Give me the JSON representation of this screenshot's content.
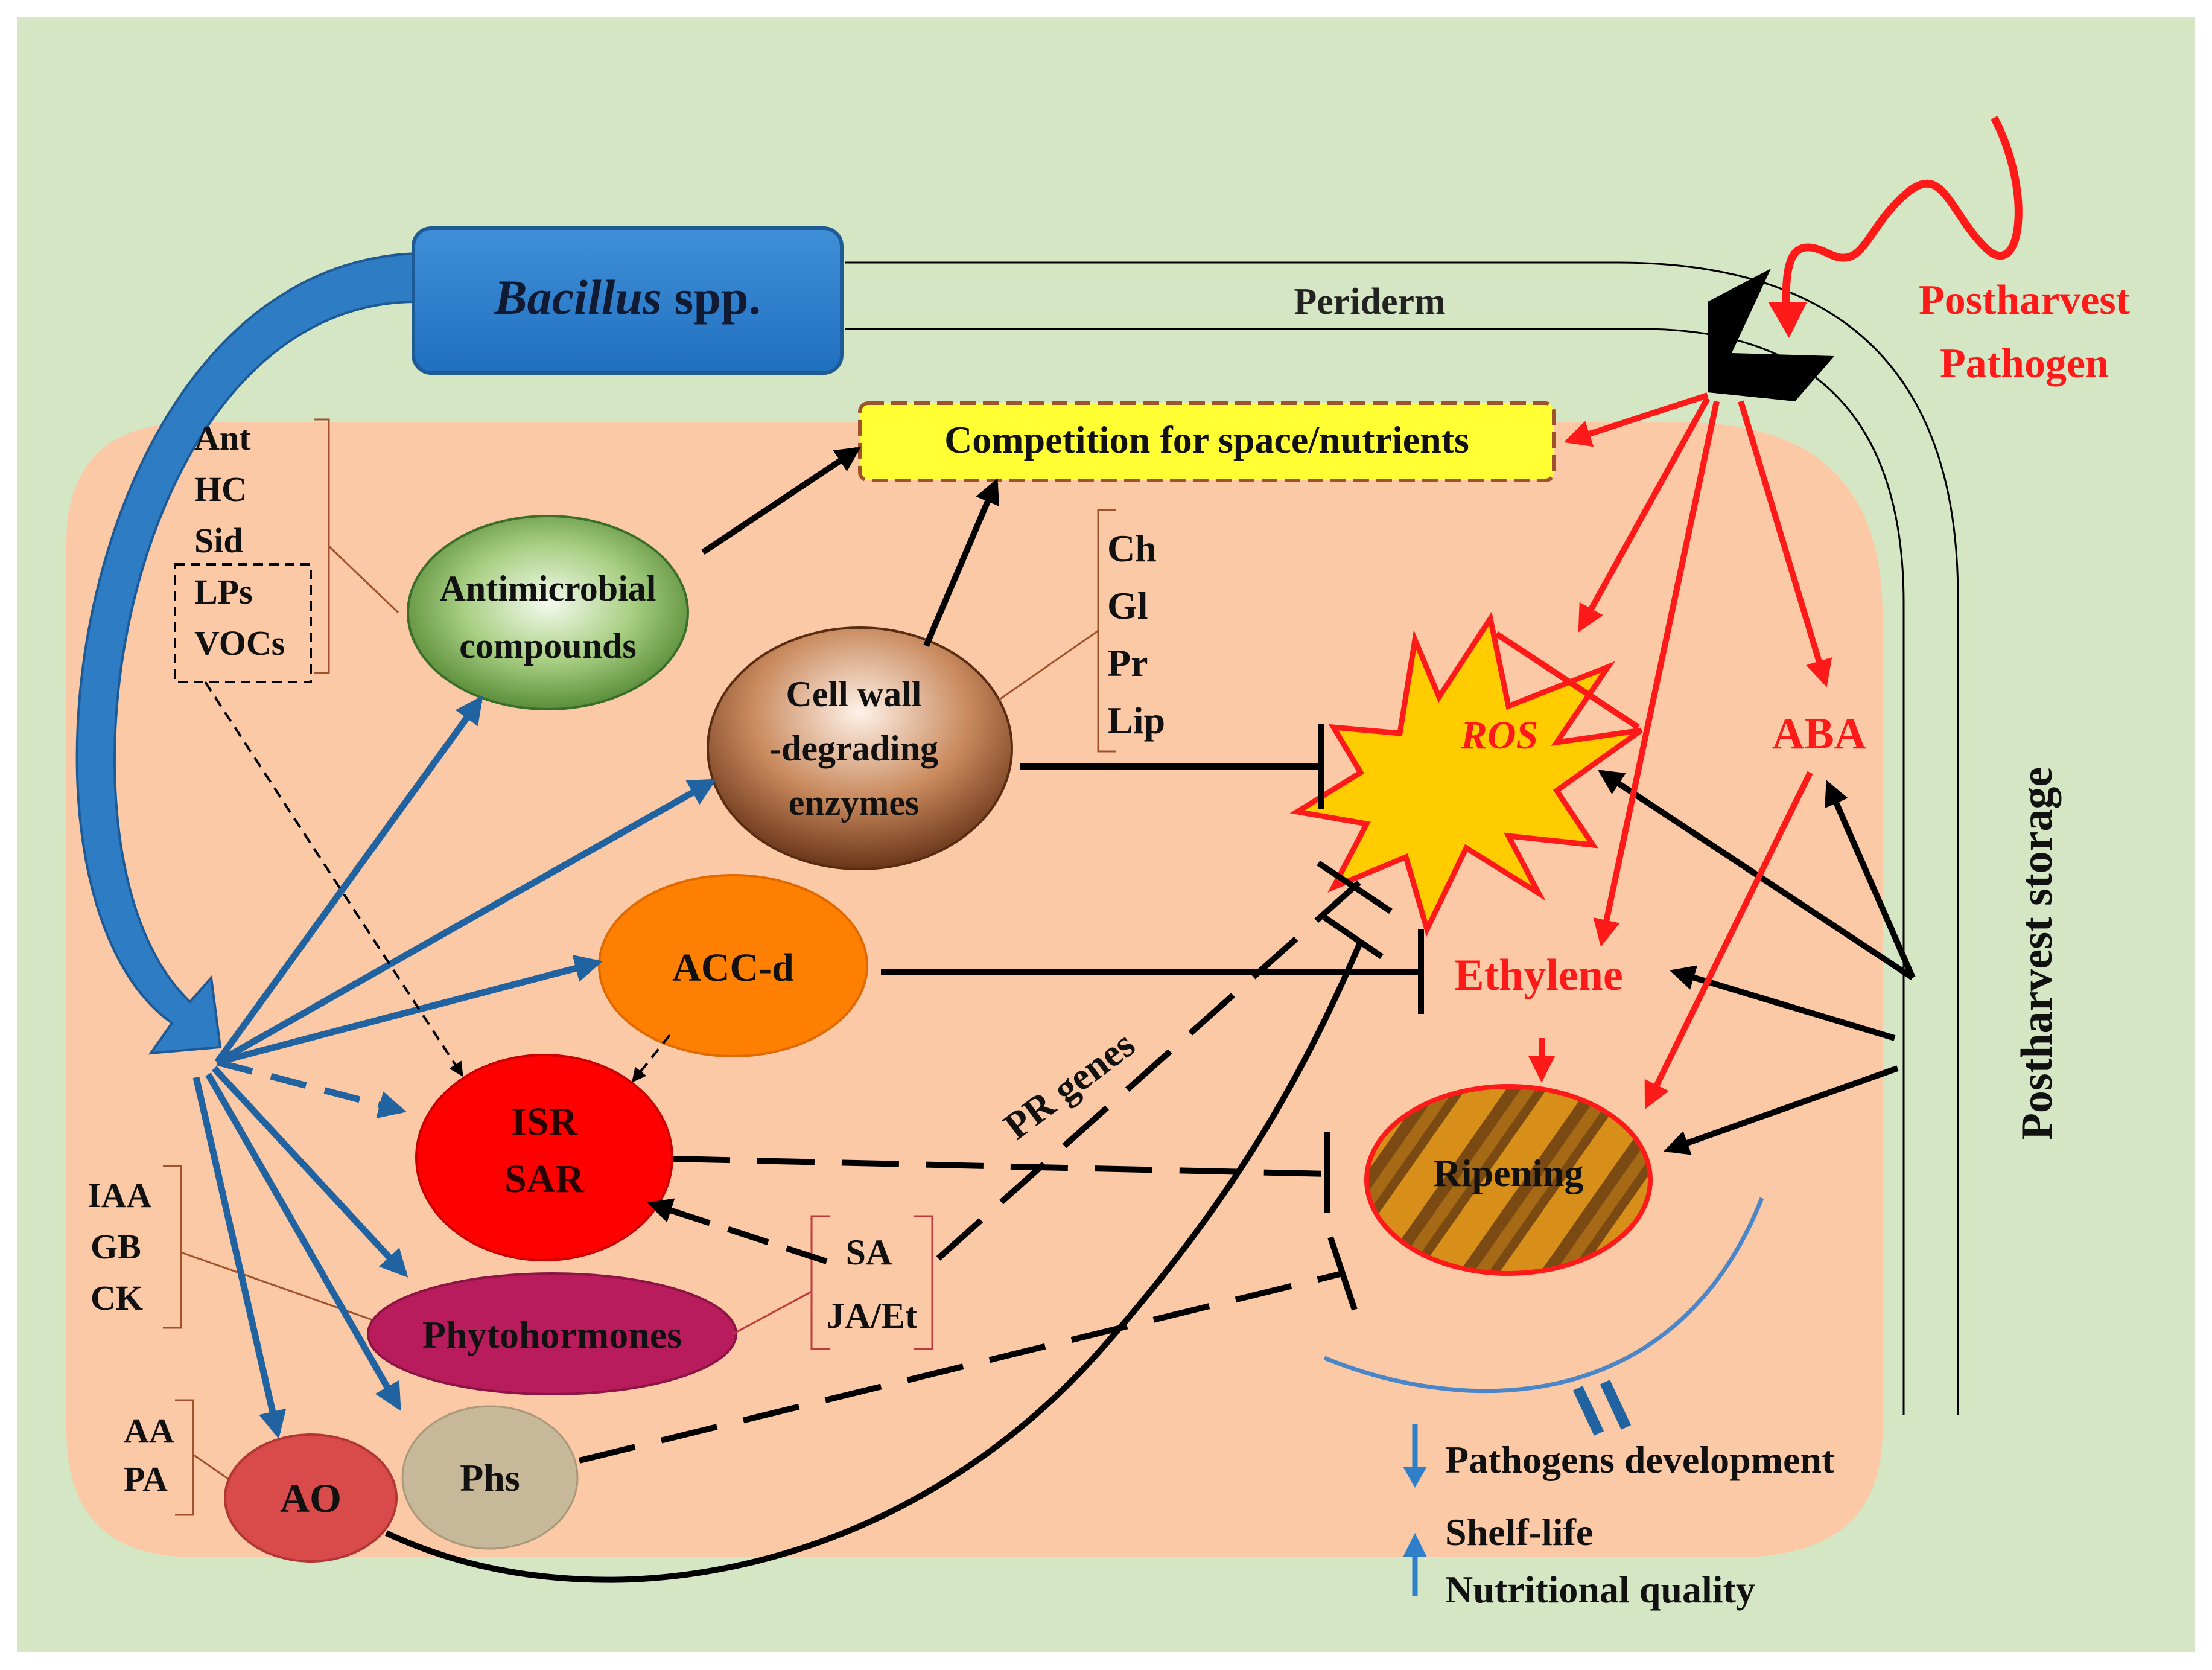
{
  "bacillus": {
    "italic": "Bacillus",
    "rest": " spp."
  },
  "periderm": "Periderm",
  "pathogen": {
    "line1": "Postharvest",
    "line2": "Pathogen"
  },
  "competition": "Competition  for space/nutrients",
  "antimicrobial": {
    "line1": "Antimicrobial",
    "line2": "compounds"
  },
  "antimicrobial_list": [
    "Ant",
    "HC",
    "Sid",
    "LPs",
    "VOCs"
  ],
  "cwde": {
    "line1": "Cell wall",
    "line2": "-degrading",
    "line3": "enzymes"
  },
  "enzyme_list": [
    "Ch",
    "Gl",
    "Pr",
    "Lip"
  ],
  "ros": "ROS",
  "aba": "ABA",
  "ethylene": "Ethylene",
  "accd": "ACC-d",
  "isr": {
    "line1": "ISR",
    "line2": "SAR"
  },
  "pr_genes": "PR genes",
  "ripening": "Ripening",
  "hormone_list": [
    "IAA",
    "GB",
    "CK"
  ],
  "phytohormones": "Phytohormones",
  "sa_list": [
    "SA",
    "JA/Et"
  ],
  "ao_list": [
    "AA",
    "PA"
  ],
  "ao": "AO",
  "phs": "Phs",
  "storage": "Postharvest storage",
  "outcomes": {
    "line1": "Pathogens development",
    "line2": "Shelf-life",
    "line3": "Nutritional  quality"
  },
  "colors": {
    "background": "#d5e6c4",
    "fruit": "#fbc9a6",
    "blue_arrow": "#2163a0",
    "red": "#ff1a1a",
    "black": "#000000"
  }
}
